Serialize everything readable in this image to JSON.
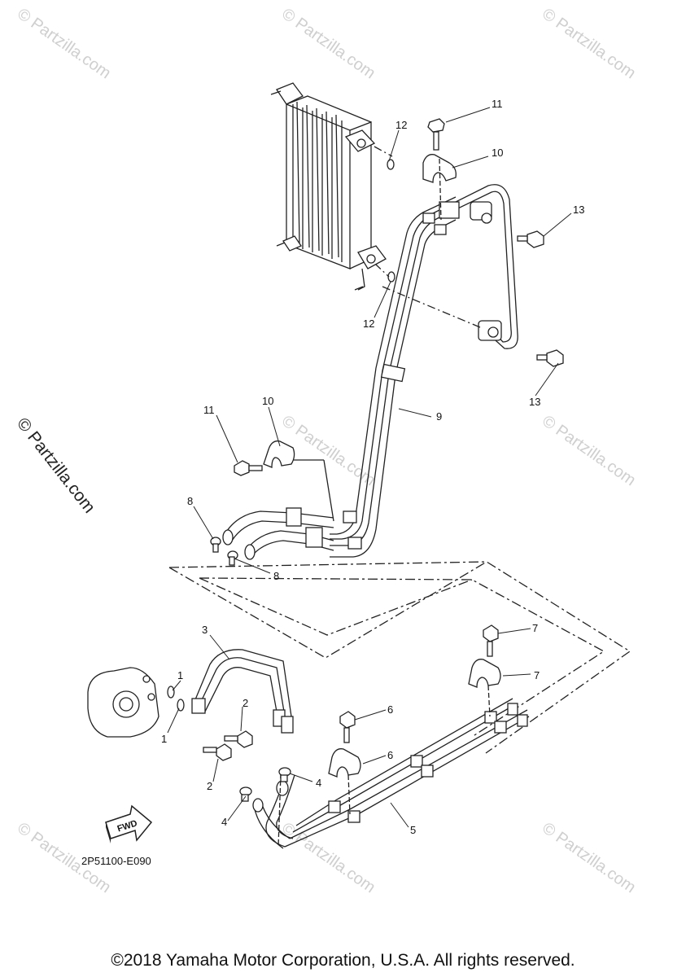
{
  "diagram": {
    "code": "2P51100-E090",
    "fwd_label": "FWD",
    "callouts": [
      "1",
      "1",
      "2",
      "2",
      "3",
      "4",
      "4",
      "5",
      "6",
      "6",
      "7",
      "7",
      "8",
      "8",
      "9",
      "10",
      "10",
      "11",
      "11",
      "12",
      "12",
      "13",
      "13"
    ]
  },
  "watermark": {
    "text": "© Partzilla.com",
    "side_text": "© Partzilla.com"
  },
  "footer": {
    "copyright": "©2018 Yamaha Motor Corporation, U.S.A. All rights reserved."
  },
  "colors": {
    "line": "#222222",
    "watermark": "#cfcfcf"
  }
}
